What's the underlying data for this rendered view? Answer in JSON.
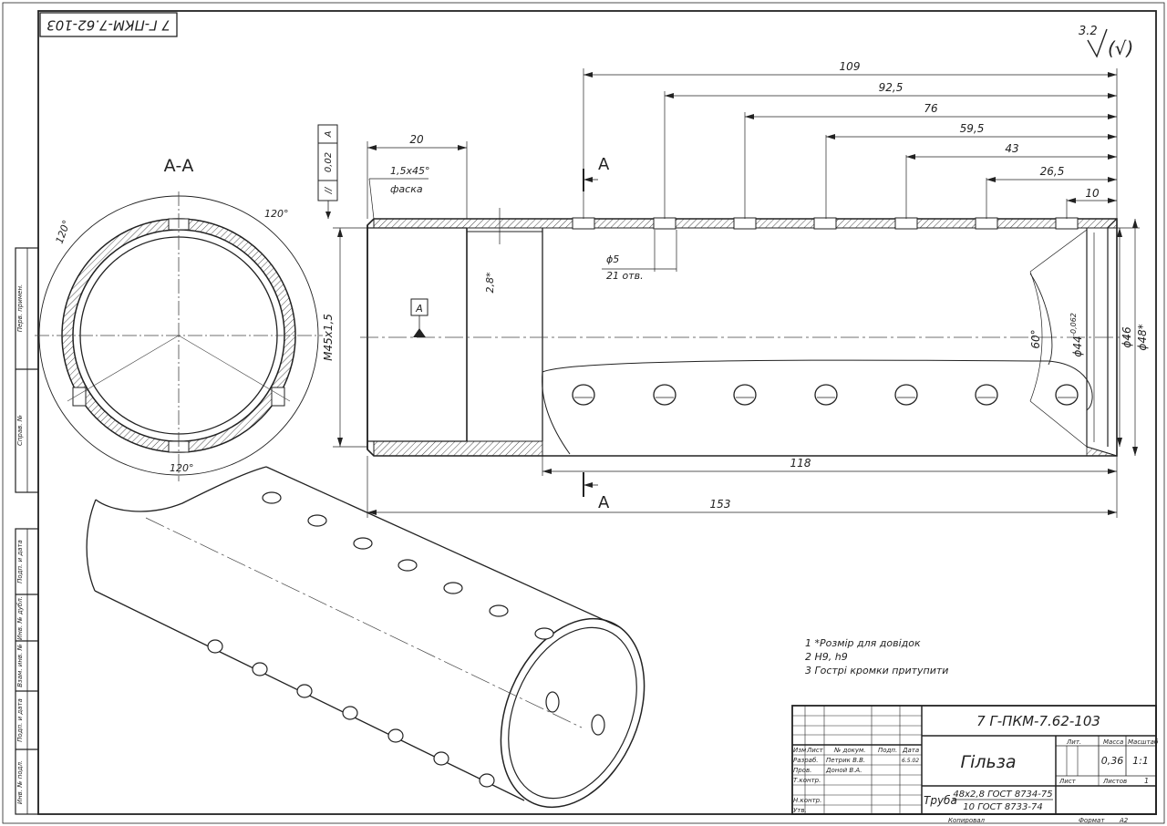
{
  "drawing_number": "7 Г-ПКМ-7.62-103",
  "drawing_number_rotated": "7 Г-ПКМ-7.62-103",
  "roughness": {
    "value": "3.2",
    "suffix": "(√)"
  },
  "section_label": "А-А",
  "section_angles": [
    "120°",
    "120°",
    "120°"
  ],
  "section_cut_letter": "А",
  "datum_letter": "А",
  "tolerance_frame": {
    "symbol": "//",
    "value": "0,02",
    "datum": "А"
  },
  "dimensions": {
    "hole_positions": [
      "109",
      "92,5",
      "76",
      "59,5",
      "43",
      "26,5",
      "10"
    ],
    "thread_length": "20",
    "chamfer": "1,5х45°",
    "chamfer_note": "фаска",
    "wall": "2,8*",
    "hole_dia": "ϕ5",
    "hole_count": "21 отв.",
    "thread": "М45х1,5",
    "cone_angle": "60°",
    "bore_dia": "ϕ44",
    "bore_tol": "-0,062",
    "outer_dia_a": "ϕ46",
    "outer_dia_b": "ϕ48*",
    "bore_length": "118",
    "total_length": "153"
  },
  "notes": [
    "1  *Розмір для довідок",
    "2  H9, h9",
    "3  Гострі кромки притупити"
  ],
  "left_strip_labels": [
    "Перв. примен.",
    "Справ. №",
    "Подп. и дата",
    "Инв. № дубл.",
    "Взам. инв. №",
    "Подп. и дата",
    "Инв. № подл."
  ],
  "title_block": {
    "doc_number": "7 Г-ПКМ-7.62-103",
    "name": "Гільза",
    "material_prefix": "Труба",
    "material_top": "48х2,8 ГОСТ 8734-75",
    "material_bottom": "10 ГОСТ 8733-74",
    "col_headers": [
      "Изм",
      "Лист",
      "№ докум.",
      "Подп.",
      "Дата"
    ],
    "rows": [
      {
        "role": "Разраб.",
        "name": "Петрик В.В.",
        "date": "6.5.02"
      },
      {
        "role": "Пров.",
        "name": "Доной В.А.",
        "date": ""
      },
      {
        "role": "Т.контр.",
        "name": "",
        "date": ""
      },
      {
        "role": "Н.контр.",
        "name": "",
        "date": ""
      },
      {
        "role": "Утв.",
        "name": "",
        "date": ""
      }
    ],
    "lit_label": "Лит.",
    "mass_label": "Масса",
    "scale_label": "Масштаб",
    "mass": "0,36",
    "scale": "1:1",
    "sheet_label": "Лист",
    "sheets_label": "Листов",
    "sheets": "1",
    "copied": "Копировал",
    "format_label": "Формат",
    "format": "А2"
  }
}
